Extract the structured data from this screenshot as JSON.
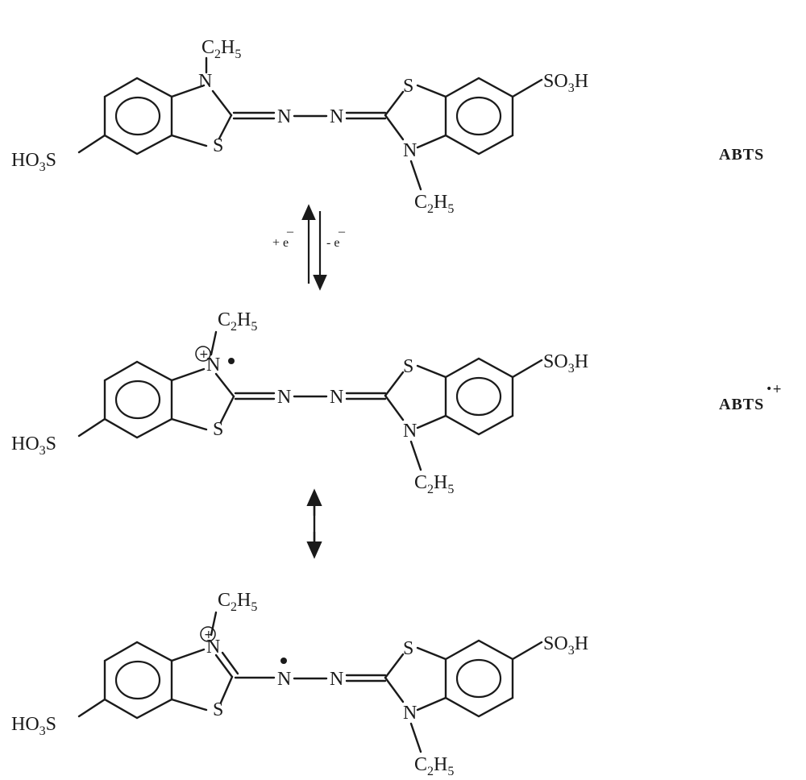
{
  "structures": [
    {
      "id": "abts",
      "label": "ABTS",
      "label_suffix": "",
      "n_left_charge": "",
      "n_left_radical": false,
      "azo_radical": false
    },
    {
      "id": "abts-radical-cation-1",
      "label": "ABTS",
      "label_suffix": "•+",
      "n_left_charge": "+",
      "n_left_radical": true,
      "azo_radical": false
    },
    {
      "id": "abts-radical-cation-2",
      "label": "",
      "label_suffix": "",
      "n_left_charge": "+",
      "n_left_radical": false,
      "azo_radical": true
    }
  ],
  "atoms": {
    "ethyl": "C",
    "ethyl_sub1": "2",
    "ethyl_h": "H",
    "ethyl_sub2": "5",
    "sulfonic_right": "SO",
    "sulfonic_sub": "3",
    "sulfonic_h": "H",
    "sulfonic_left_ho": "HO",
    "sulfonic_left_sub": "3",
    "sulfonic_left_s": "S",
    "nitrogen": "N",
    "sulfur": "S"
  },
  "arrows": {
    "equilibrium_left_label": "+ e",
    "equilibrium_right_label": "- e",
    "electron_bar": "–"
  }
}
